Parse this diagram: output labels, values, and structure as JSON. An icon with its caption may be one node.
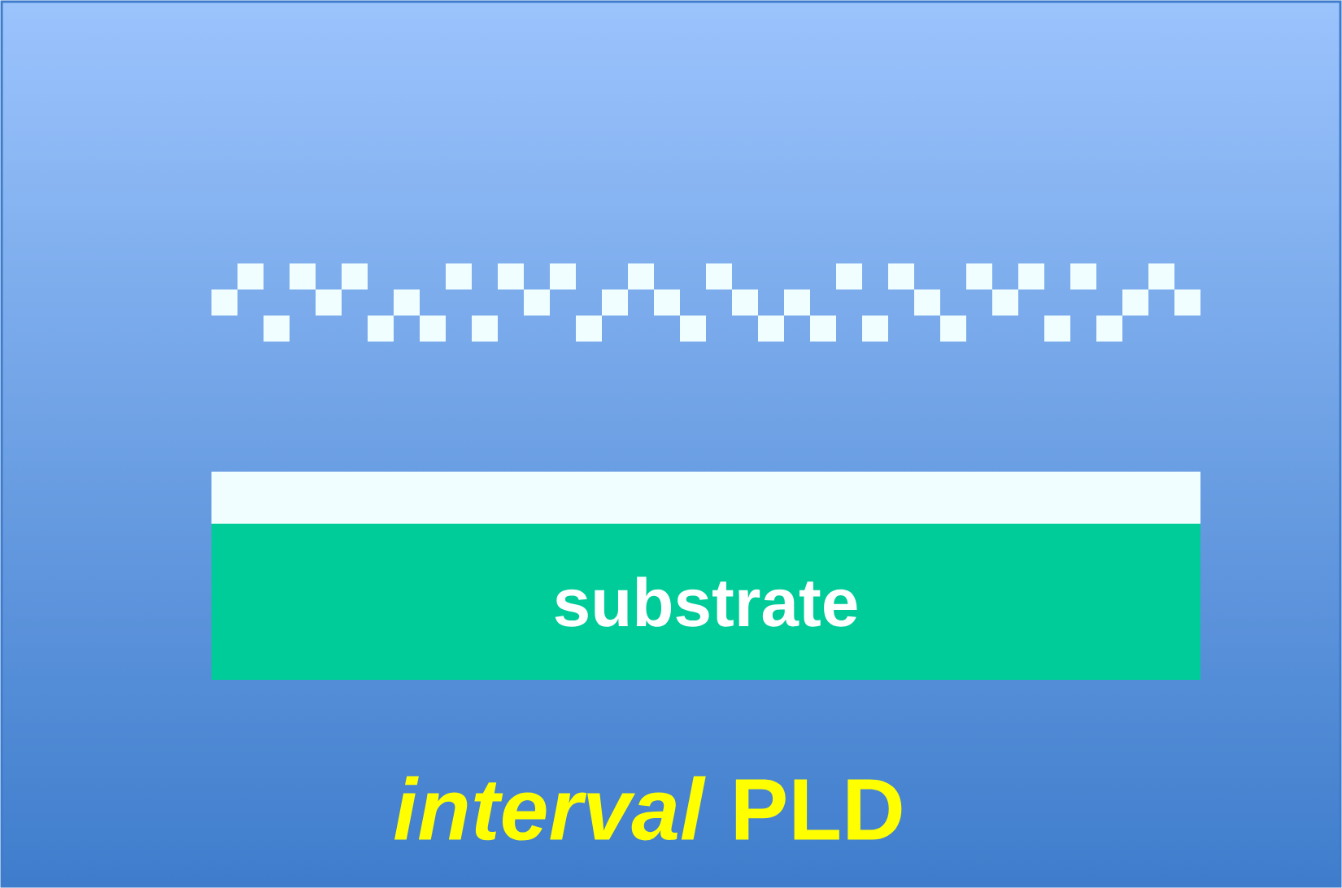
{
  "diagram": {
    "nodes": [
      {
        "text": [],
        "shape": "bar"
      },
      {
        "text": [
          "substrate"
        ]
      }
    ],
    "labels": [
      "*interval* PLD"
    ]
  }
}
